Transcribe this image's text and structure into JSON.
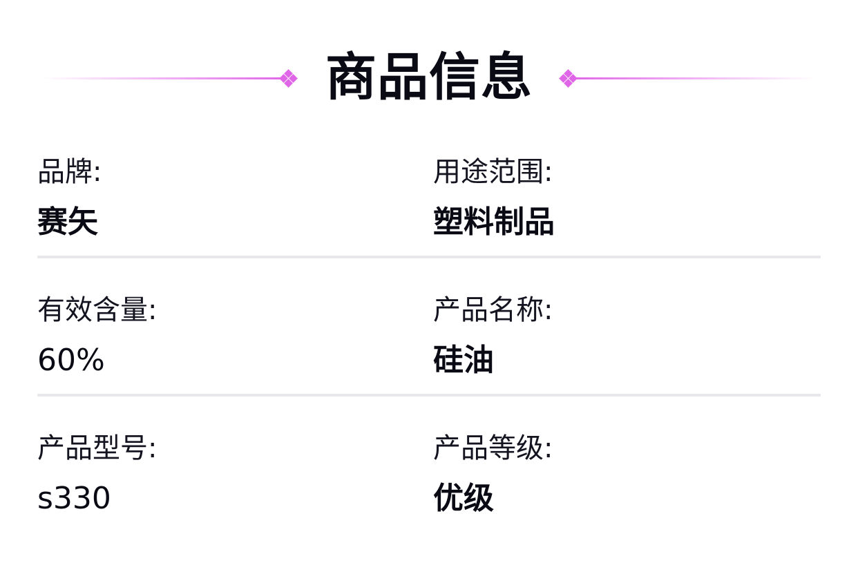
{
  "header": {
    "title": "商品信息",
    "accent_color": "#e066e8"
  },
  "rows": [
    {
      "left": {
        "label": "品牌:",
        "value": "赛矢"
      },
      "right": {
        "label": "用途范围:",
        "value": "塑料制品"
      }
    },
    {
      "left": {
        "label": "有效含量:",
        "value": "60%"
      },
      "right": {
        "label": "产品名称:",
        "value": "硅油"
      }
    },
    {
      "left": {
        "label": "产品型号:",
        "value": "s330"
      },
      "right": {
        "label": "产品等级:",
        "value": "优级"
      }
    }
  ],
  "colors": {
    "divider": "#e8e8ec",
    "text": "#0a0a14"
  }
}
